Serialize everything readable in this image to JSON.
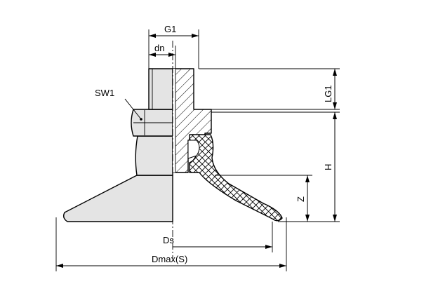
{
  "labels": {
    "g1": "G1",
    "dn": "dn",
    "sw1": "SW1",
    "lg1": "LG1",
    "h": "H",
    "z": "Z",
    "ds": "Ds",
    "dmax": "Dmax(S)"
  }
}
